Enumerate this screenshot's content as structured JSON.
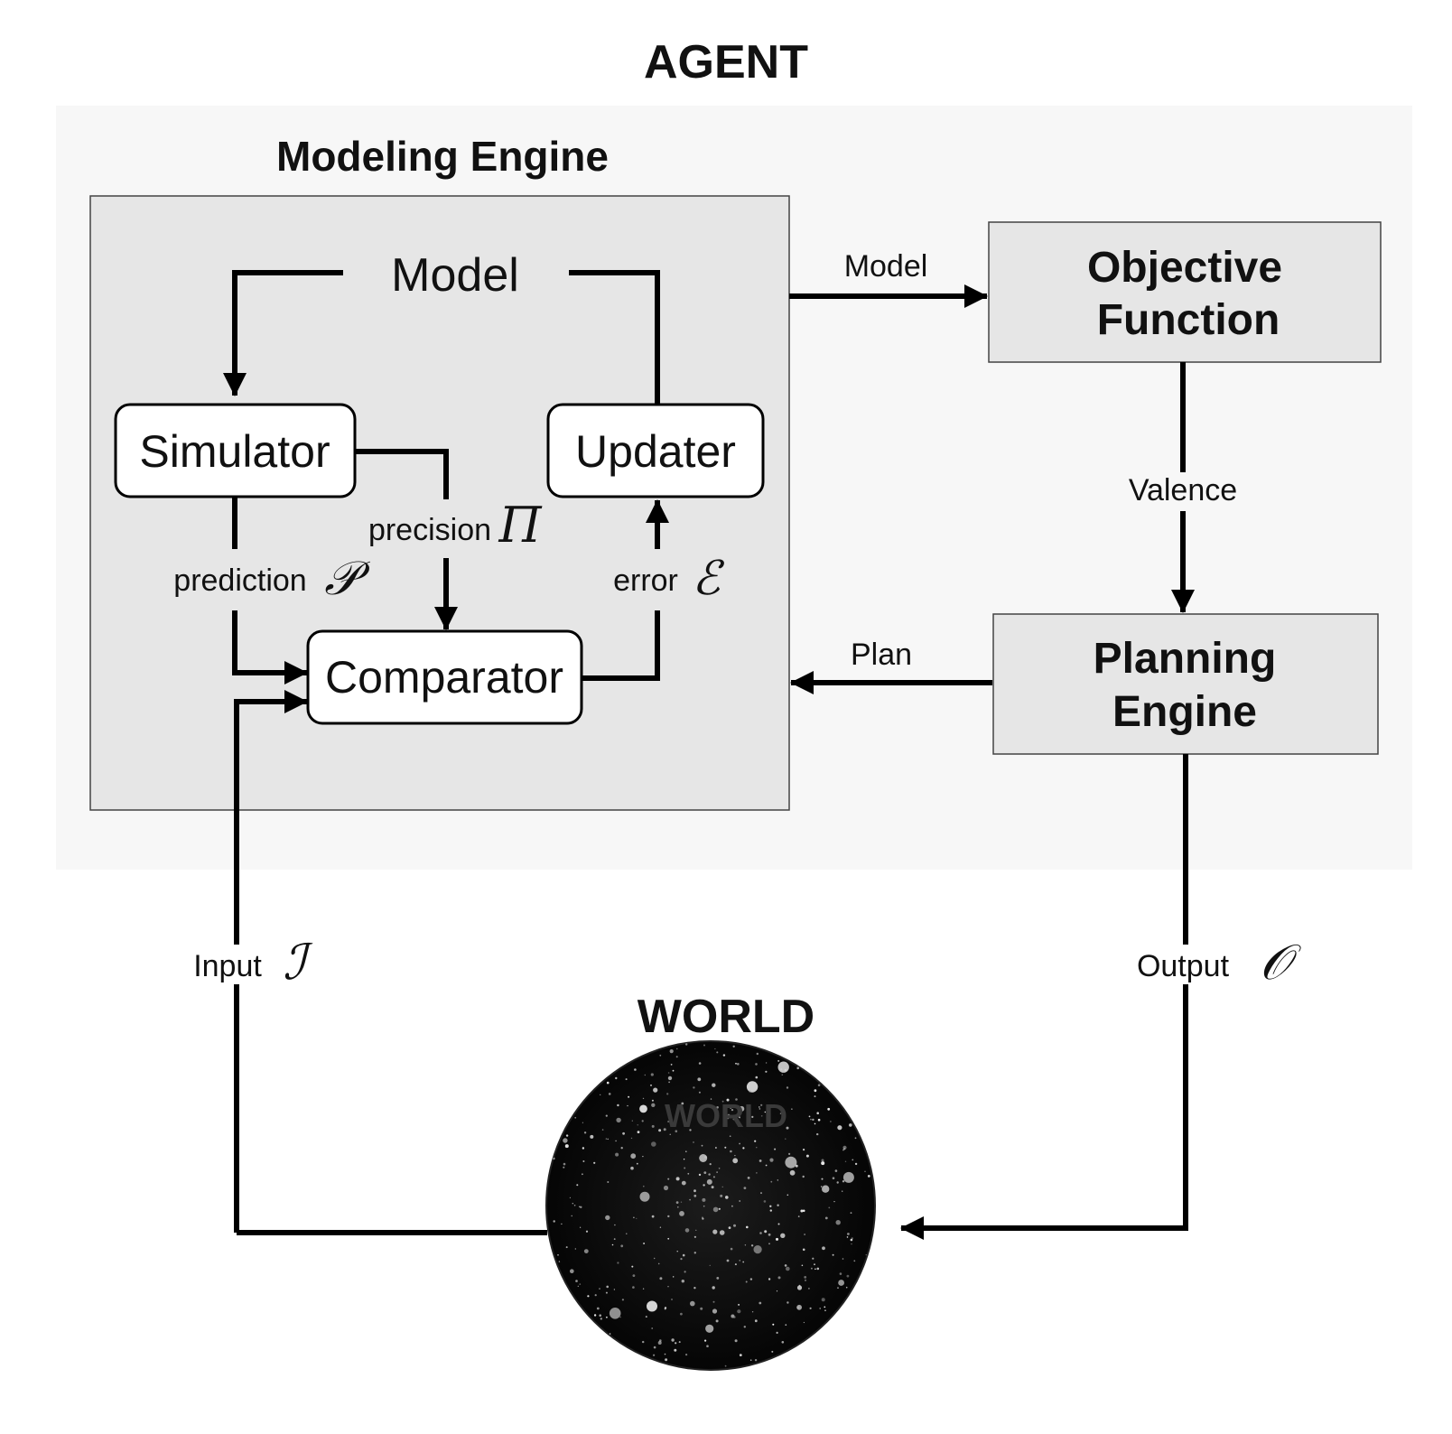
{
  "agent": {
    "title": "AGENT"
  },
  "modeling_engine": {
    "title": "Modeling Engine",
    "model_label": "Model",
    "simulator_label": "Simulator",
    "updater_label": "Updater",
    "comparator_label": "Comparator",
    "precision_label": "precision",
    "precision_symbol": "Π",
    "prediction_label": "prediction",
    "prediction_symbol": "𝒫",
    "error_label": "error",
    "error_symbol": "ℰ"
  },
  "objective_function": {
    "line1": "Objective",
    "line2": "Function"
  },
  "planning_engine": {
    "line1": "Planning",
    "line2": "Engine"
  },
  "edges": {
    "model_label": "Model",
    "valence_label": "Valence",
    "plan_label": "Plan",
    "input_label": "Input",
    "input_symbol": "ℐ",
    "output_label": "Output",
    "output_symbol": "𝒪"
  },
  "world": {
    "title": "WORLD",
    "watermark": "WORLD"
  },
  "colors": {
    "agent_bg": "#f7f7f7",
    "engine_bg": "#e6e6e6",
    "node_bg": "#ffffff",
    "line": "#000000",
    "world_bg": "#111111"
  }
}
